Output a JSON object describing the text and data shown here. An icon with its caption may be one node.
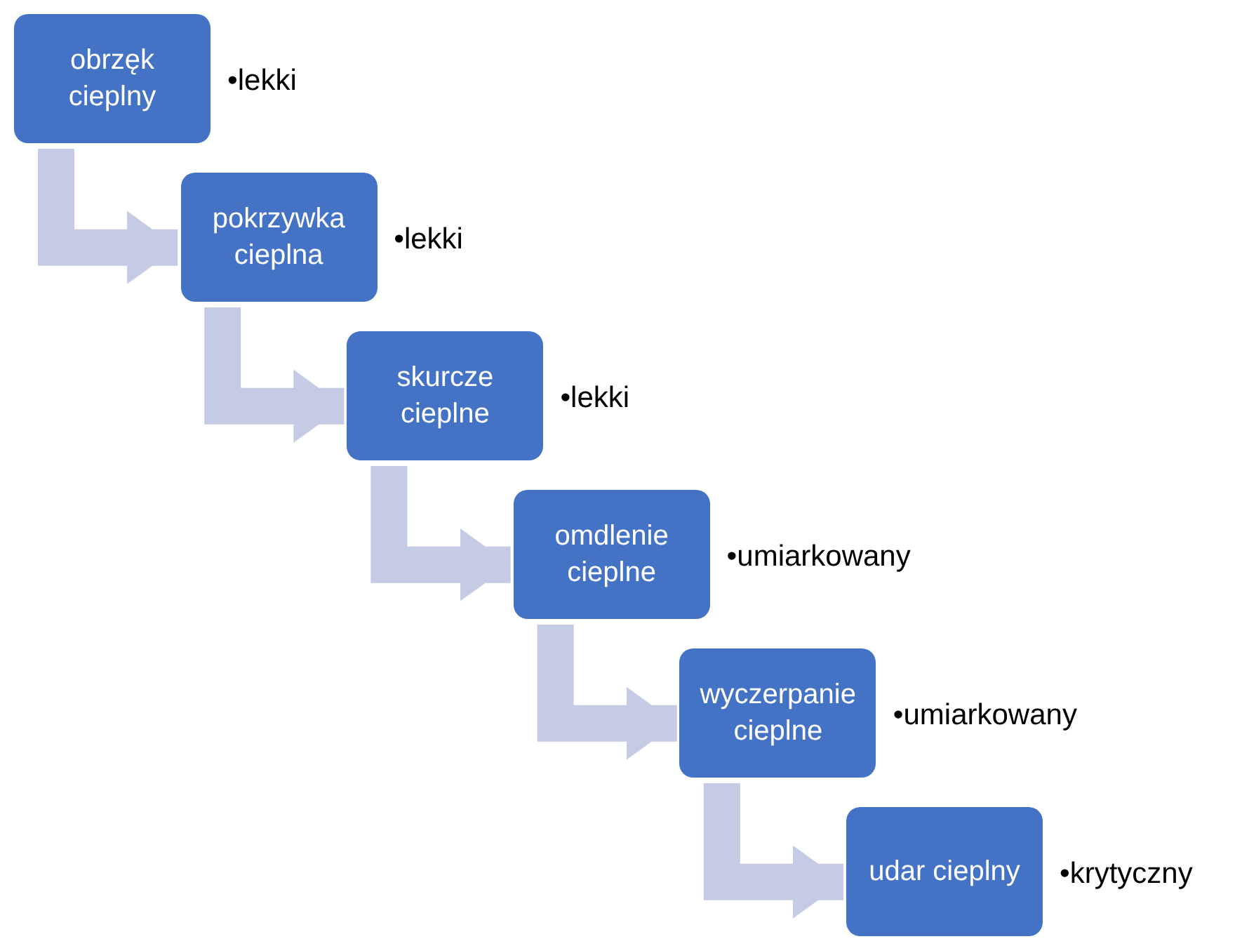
{
  "diagram": {
    "nodes": [
      {
        "text": [
          "obrzęk cieplny"
        ],
        "beside": [
          "•lekki"
        ]
      },
      {
        "text": [
          "pokrzywka cieplna"
        ],
        "beside": [
          "•lekki"
        ]
      },
      {
        "text": [
          "skurcze cieplne"
        ],
        "beside": [
          "•lekki"
        ]
      },
      {
        "text": [
          "omdlenie cieplne"
        ],
        "beside": [
          "•umiarkowany"
        ]
      },
      {
        "text": [
          "wyczerpanie cieplne"
        ],
        "beside": [
          "•umiarkowany"
        ]
      },
      {
        "text": [
          "udar cieplny"
        ],
        "beside": [
          "•krytyczny"
        ]
      }
    ],
    "edges": [
      {
        "from": 0,
        "to": 1,
        "arrow": "to"
      },
      {
        "from": 1,
        "to": 2,
        "arrow": "to"
      },
      {
        "from": 2,
        "to": 3,
        "arrow": "to"
      },
      {
        "from": 3,
        "to": 4,
        "arrow": "to"
      },
      {
        "from": 4,
        "to": 5,
        "arrow": "to"
      }
    ]
  }
}
